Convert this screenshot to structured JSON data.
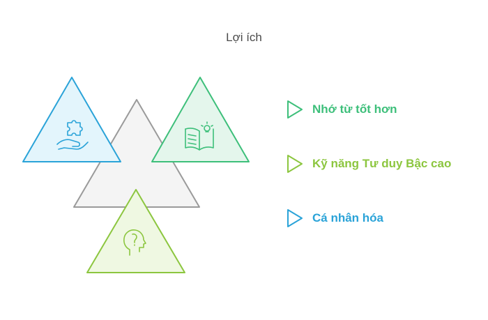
{
  "title": "Lợi ích",
  "benefits": [
    {
      "label": "Nhớ từ tốt hơn",
      "color": "#3dbf7a",
      "icon": "book-lightbulb-icon"
    },
    {
      "label": "Kỹ năng Tư duy Bậc cao",
      "color": "#8cc63f",
      "icon": "head-thinking-icon"
    },
    {
      "label": "Cá nhân hóa",
      "color": "#2aa3d8",
      "icon": "puzzle-hand-icon"
    }
  ],
  "colors": {
    "center": "#f4f4f4",
    "center_stroke": "#9a9a9a",
    "blue": "#2aa3d8",
    "blue_fill": "#e3f5fc",
    "green": "#3dbf7a",
    "green_fill": "#e4f6ec",
    "lime": "#8cc63f",
    "lime_fill": "#eff8e2"
  }
}
